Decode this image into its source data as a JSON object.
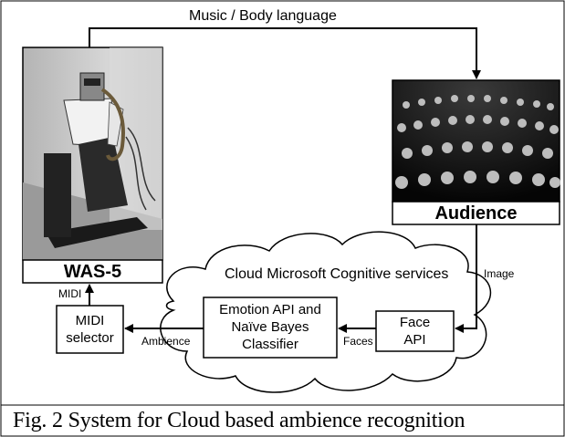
{
  "top_flow_label": "Music / Body language",
  "robot": {
    "title": "WAS-5"
  },
  "audience": {
    "title": "Audience"
  },
  "cloud": {
    "title": "Cloud Microsoft Cognitive services"
  },
  "face_api": {
    "line1": "Face",
    "line2": "API"
  },
  "emotion_api": {
    "line1": "Emotion API and",
    "line2": "Naïve Bayes",
    "line3": "Classifier"
  },
  "midi_selector": {
    "line1": "MIDI",
    "line2": "selector"
  },
  "flow_labels": {
    "image": "Image",
    "faces": "Faces",
    "ambience": "Ambience",
    "midi": "MIDI"
  },
  "caption": "Fig. 2 System for Cloud based ambience recognition",
  "colors": {
    "line": "#000000",
    "photo_bg": "#c9c9c9",
    "crowd_bg": "#101010"
  }
}
